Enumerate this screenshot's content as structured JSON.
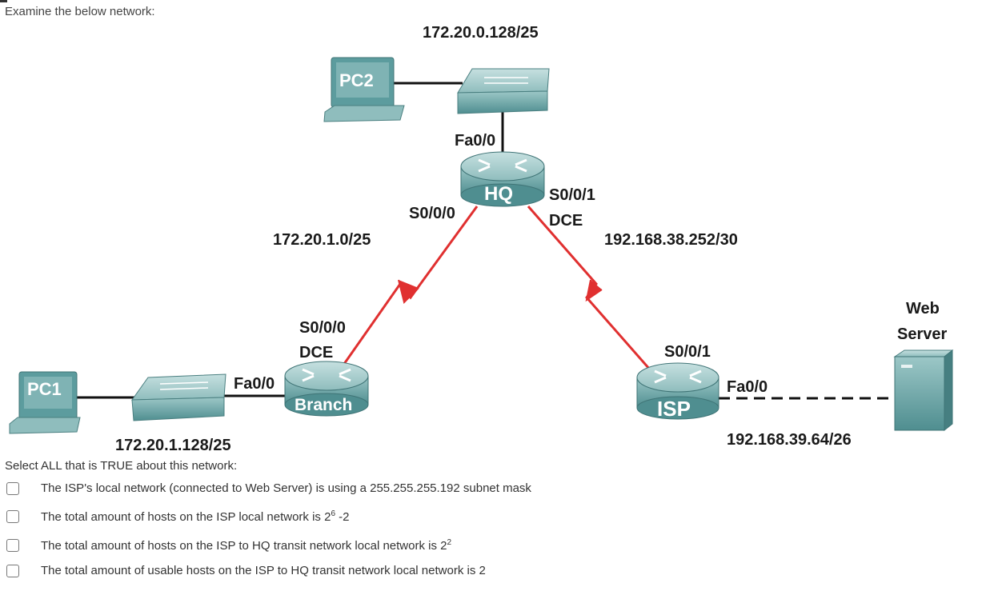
{
  "prompt": "Examine the below network:",
  "diagram": {
    "networks": {
      "hq_lan": "172.20.0.128/25",
      "hq_branch": "172.20.1.0/25",
      "branch_lan": "172.20.1.128/25",
      "hq_isp": "192.168.38.252/30",
      "isp_lan": "192.168.39.64/26"
    },
    "devices": {
      "pc1": "PC1",
      "pc2": "PC2",
      "hq": "HQ",
      "branch": "Branch",
      "isp": "ISP",
      "server_line1": "Web",
      "server_line2": "Server"
    },
    "interfaces": {
      "hq_fa": "Fa0/0",
      "hq_s000": "S0/0/0",
      "hq_s001": "S0/0/1",
      "hq_dce": "DCE",
      "branch_s000": "S0/0/0",
      "branch_dce": "DCE",
      "branch_fa": "Fa0/0",
      "isp_s001": "S0/0/1",
      "isp_fa": "Fa0/0"
    },
    "colors": {
      "serial_link": "#e03030",
      "device": "#5c9c9e",
      "ethernet": "#111111"
    }
  },
  "question": {
    "title": "Select ALL that is TRUE about this network:",
    "options": [
      {
        "text": "The ISP's local network (connected to Web Server) is using a 255.255.255.192 subnet mask"
      },
      {
        "text": "The total amount of hosts on the ISP local network is 2",
        "sup": "6",
        "suffix": " -2"
      },
      {
        "text": "The total amount of hosts on the ISP to HQ transit network local network is 2",
        "sup": "2",
        "suffix": ""
      },
      {
        "text": "The total amount of usable hosts on the ISP to HQ transit network local network is 2"
      }
    ]
  }
}
